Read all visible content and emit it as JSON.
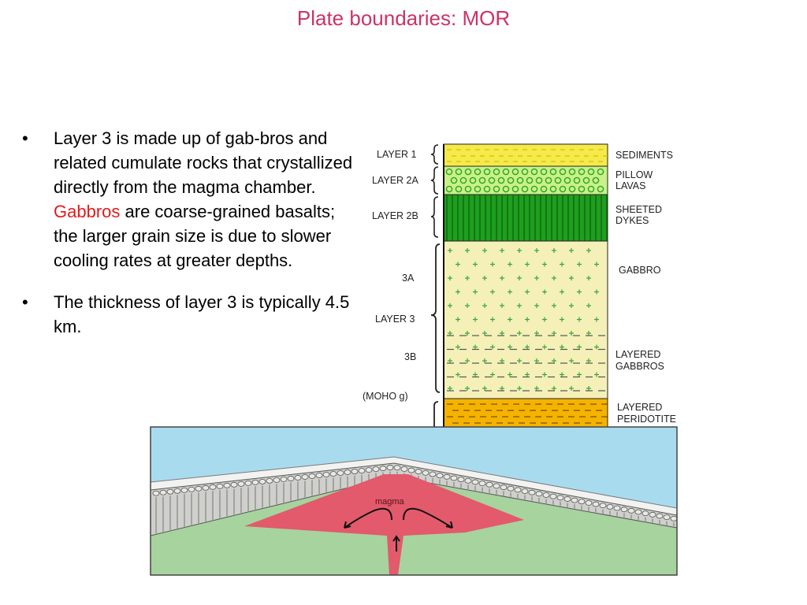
{
  "title": "Plate boundaries: MOR",
  "bullets": [
    {
      "pre": "Layer 3 is made up of gab-bros and related cumulate rocks that crystallized directly from the magma chamber. ",
      "highlight": "Gabbros",
      "post": " are coarse-grained basalts; the larger grain size is due to slower cooling rates at greater depths."
    },
    {
      "pre": "The thickness of layer 3 is typically 4.5 km.",
      "highlight": "",
      "post": ""
    }
  ],
  "column": {
    "left_labels": {
      "layer1": "LAYER 1",
      "layer2a": "LAYER 2A",
      "layer2b": "LAYER 2B",
      "sub3a": "3A",
      "layer3": "LAYER 3",
      "sub3b": "3B",
      "moho": "(MOHO g)"
    },
    "right_labels": {
      "sediments": "SEDIMENTS",
      "pillow_1": "PILLOW",
      "pillow_2": "LAVAS",
      "sheeted_1": "SHEETED",
      "sheeted_2": "DYKES",
      "gabbro": "GABBRO",
      "layered_gabbros_1": "LAYERED",
      "layered_gabbros_2": "GABBROS",
      "layered_peridotite_1": "LAYERED",
      "layered_peridotite_2": "PERIDOTITE"
    },
    "colors": {
      "sediments": "#f6ea4a",
      "pillow_fill": "#c9f08a",
      "pillow_ring": "#2aa61e",
      "dykes": "#1f9e1f",
      "gabbro": "#f4f0b8",
      "gabbro_plus": "#3aa53a",
      "peridotite": "#f5b300"
    }
  },
  "scene": {
    "magma_label": "magma",
    "colors": {
      "ocean": "#a9dbef",
      "crust": "#cfd0cc",
      "mantle": "#a7d39e",
      "magma": "#e25a6b"
    }
  }
}
